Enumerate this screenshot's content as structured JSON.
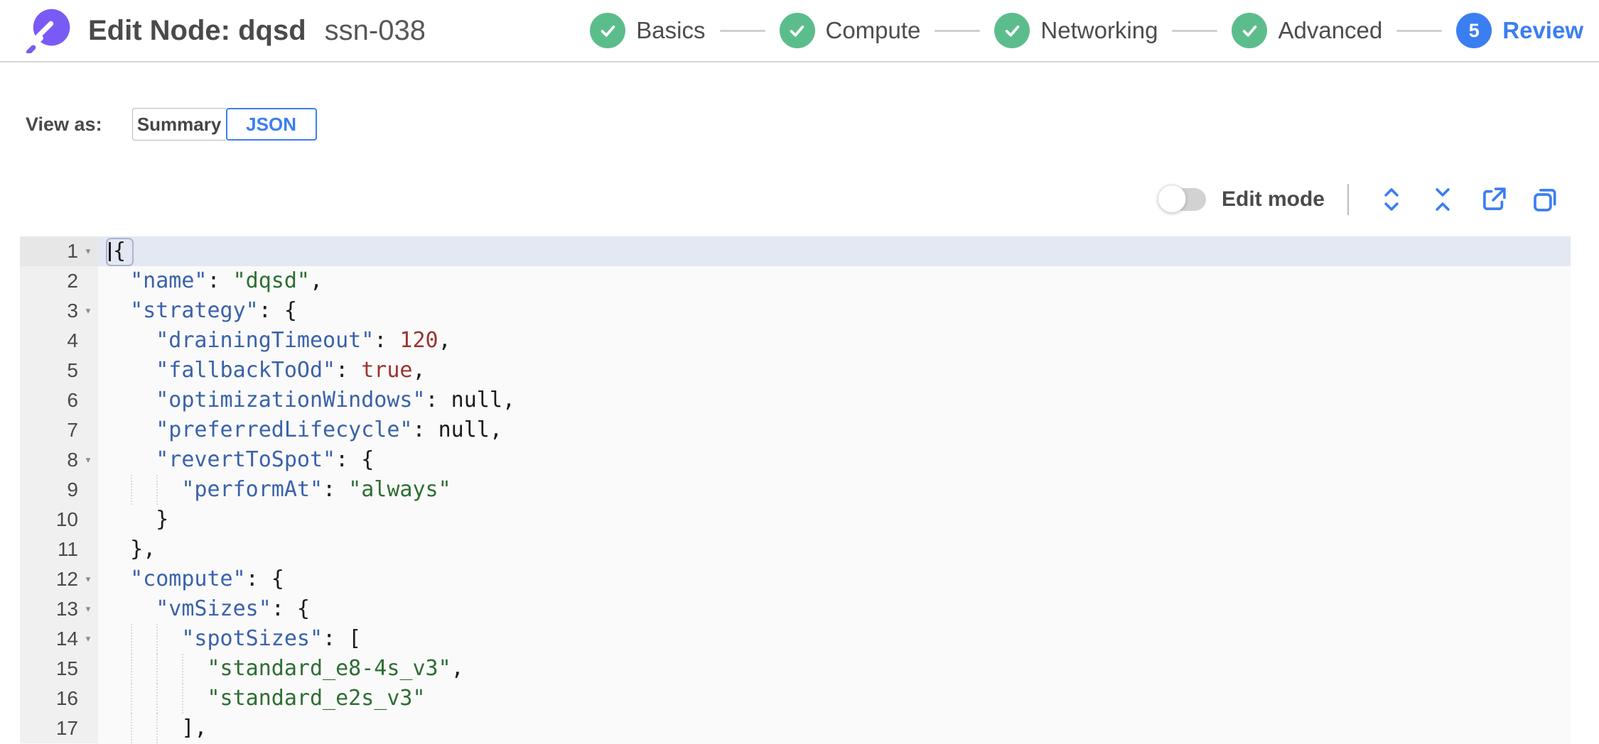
{
  "header": {
    "title": "Edit Node: dqsd",
    "subtitle": "ssn-038",
    "steps": [
      {
        "label": "Basics",
        "state": "done"
      },
      {
        "label": "Compute",
        "state": "done"
      },
      {
        "label": "Networking",
        "state": "done"
      },
      {
        "label": "Advanced",
        "state": "done"
      },
      {
        "label": "Review",
        "state": "current",
        "number": "5"
      }
    ]
  },
  "view_as": {
    "label": "View as:",
    "options": [
      {
        "label": "Summary",
        "selected": false
      },
      {
        "label": "JSON",
        "selected": true
      }
    ]
  },
  "toolbar": {
    "edit_mode_label": "Edit mode",
    "edit_mode_on": false,
    "icons": [
      "expand-icon",
      "collapse-icon",
      "export-icon",
      "copy-icon"
    ]
  },
  "colors": {
    "accent_blue": "#3b7ef2",
    "step_green": "#5cbd8c",
    "logo_purple": "#7a5af5",
    "key": "#3a62aa",
    "string": "#2e6e34",
    "number": "#9c3430",
    "active_line": "#e4e8f2",
    "gutter_bg": "#f0f0f0",
    "editor_bg": "#fafafa"
  },
  "editor": {
    "active_line": 1,
    "lines": [
      {
        "n": 1,
        "fold": true,
        "indent": 0,
        "active": true,
        "tokens": [
          [
            "brk",
            "{"
          ]
        ]
      },
      {
        "n": 2,
        "fold": false,
        "indent": 1,
        "tokens": [
          [
            "key",
            "\"name\""
          ],
          [
            "punc",
            ": "
          ],
          [
            "str",
            "\"dqsd\""
          ],
          [
            "punc",
            ","
          ]
        ]
      },
      {
        "n": 3,
        "fold": true,
        "indent": 1,
        "tokens": [
          [
            "key",
            "\"strategy\""
          ],
          [
            "punc",
            ": {"
          ]
        ]
      },
      {
        "n": 4,
        "fold": false,
        "indent": 2,
        "tokens": [
          [
            "key",
            "\"drainingTimeout\""
          ],
          [
            "punc",
            ": "
          ],
          [
            "num",
            "120"
          ],
          [
            "punc",
            ","
          ]
        ]
      },
      {
        "n": 5,
        "fold": false,
        "indent": 2,
        "tokens": [
          [
            "key",
            "\"fallbackToOd\""
          ],
          [
            "punc",
            ": "
          ],
          [
            "bool",
            "true"
          ],
          [
            "punc",
            ","
          ]
        ]
      },
      {
        "n": 6,
        "fold": false,
        "indent": 2,
        "tokens": [
          [
            "key",
            "\"optimizationWindows\""
          ],
          [
            "punc",
            ": "
          ],
          [
            "null",
            "null"
          ],
          [
            "punc",
            ","
          ]
        ]
      },
      {
        "n": 7,
        "fold": false,
        "indent": 2,
        "tokens": [
          [
            "key",
            "\"preferredLifecycle\""
          ],
          [
            "punc",
            ": "
          ],
          [
            "null",
            "null"
          ],
          [
            "punc",
            ","
          ]
        ]
      },
      {
        "n": 8,
        "fold": true,
        "indent": 2,
        "tokens": [
          [
            "key",
            "\"revertToSpot\""
          ],
          [
            "punc",
            ": {"
          ]
        ]
      },
      {
        "n": 9,
        "fold": false,
        "indent": 3,
        "tokens": [
          [
            "key",
            "\"performAt\""
          ],
          [
            "punc",
            ": "
          ],
          [
            "str",
            "\"always\""
          ]
        ]
      },
      {
        "n": 10,
        "fold": false,
        "indent": 2,
        "tokens": [
          [
            "punc",
            "}"
          ]
        ]
      },
      {
        "n": 11,
        "fold": false,
        "indent": 1,
        "tokens": [
          [
            "punc",
            "},"
          ]
        ]
      },
      {
        "n": 12,
        "fold": true,
        "indent": 1,
        "tokens": [
          [
            "key",
            "\"compute\""
          ],
          [
            "punc",
            ": {"
          ]
        ]
      },
      {
        "n": 13,
        "fold": true,
        "indent": 2,
        "tokens": [
          [
            "key",
            "\"vmSizes\""
          ],
          [
            "punc",
            ": {"
          ]
        ]
      },
      {
        "n": 14,
        "fold": true,
        "indent": 3,
        "tokens": [
          [
            "key",
            "\"spotSizes\""
          ],
          [
            "punc",
            ": ["
          ]
        ]
      },
      {
        "n": 15,
        "fold": false,
        "indent": 4,
        "tokens": [
          [
            "str",
            "\"standard_e8-4s_v3\""
          ],
          [
            "punc",
            ","
          ]
        ]
      },
      {
        "n": 16,
        "fold": false,
        "indent": 4,
        "tokens": [
          [
            "str",
            "\"standard_e2s_v3\""
          ]
        ]
      },
      {
        "n": 17,
        "fold": false,
        "indent": 3,
        "tokens": [
          [
            "punc",
            "],"
          ]
        ]
      }
    ]
  }
}
